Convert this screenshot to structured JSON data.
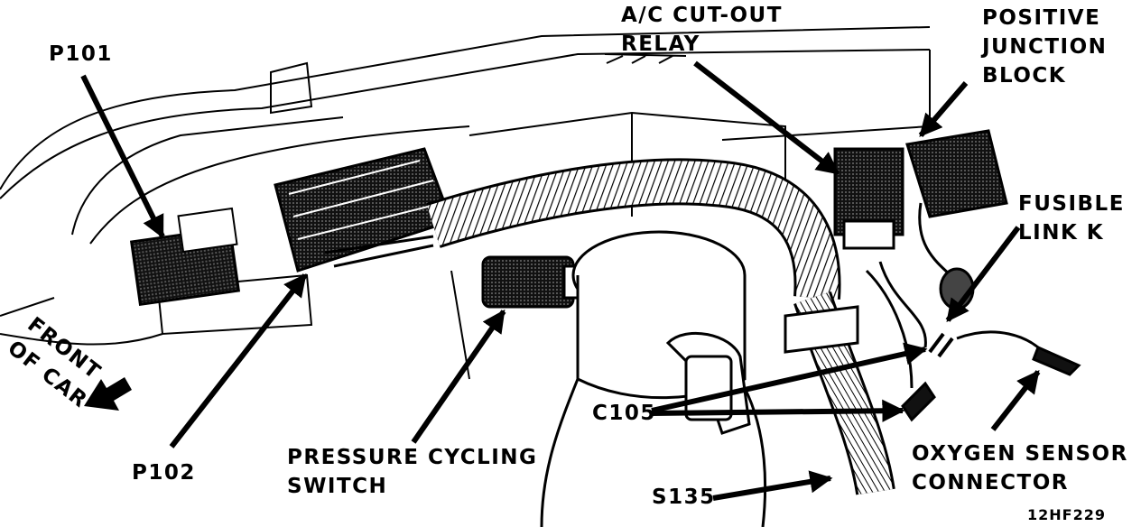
{
  "labels": {
    "p101": "P101",
    "p102": "P102",
    "front_of_car": [
      "FRONT",
      "OF CAR"
    ],
    "pressure_cycling_switch": [
      "PRESSURE CYCLING",
      "SWITCH"
    ],
    "ac_cutout_relay": [
      "A/C CUT-OUT",
      "RELAY"
    ],
    "positive_junction_block": [
      "POSITIVE",
      "JUNCTION",
      "BLOCK"
    ],
    "fusible_link_k": [
      "FUSIBLE",
      "LINK K"
    ],
    "c105": "C105",
    "s135": "S135",
    "oxygen_sensor_connector": [
      "OXYGEN SENSOR",
      "CONNECTOR"
    ],
    "figure_id": "12HF229"
  },
  "colors": {
    "ink": "#000000",
    "paper": "#ffffff"
  }
}
